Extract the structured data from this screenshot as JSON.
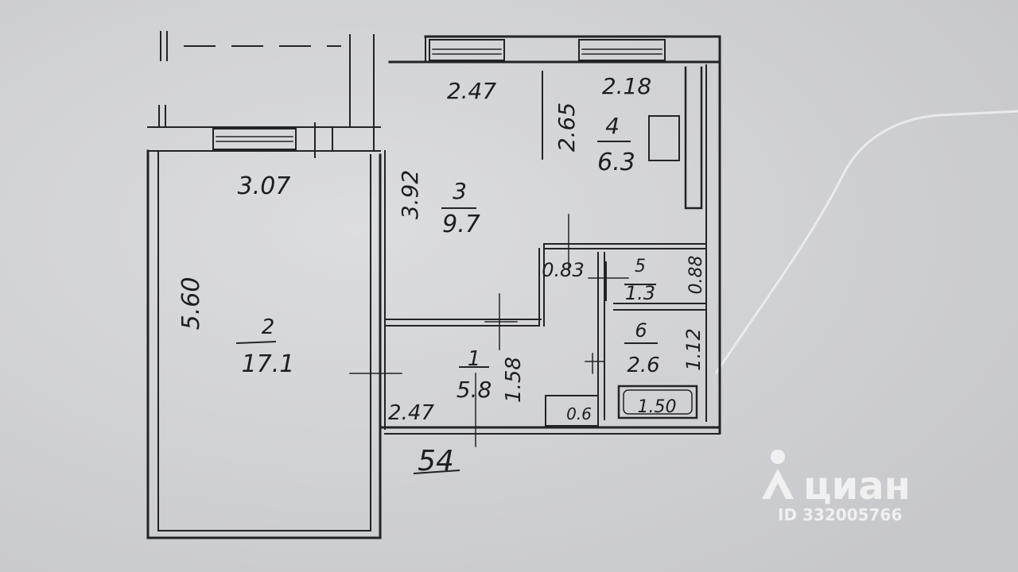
{
  "rooms": [
    {
      "number": "1",
      "area": "5.8"
    },
    {
      "number": "2",
      "area": "17.1"
    },
    {
      "number": "3",
      "area": "9.7"
    },
    {
      "number": "4",
      "area": "6.3"
    },
    {
      "number": "5",
      "area": "1.3"
    },
    {
      "number": "6",
      "area": "2.6"
    }
  ],
  "dimensions": {
    "top_left": "2.47",
    "top_right": "2.18",
    "room2_width": "3.07",
    "room2_length": "5.60",
    "room3_depth": "3.92",
    "room4_depth": "2.65",
    "hall_bottom": "2.47",
    "hall_depth": "1.58",
    "room5_width": "0.83",
    "room5_depth": "0.88",
    "room6_depth": "1.12",
    "bath": "1.50",
    "niche": "0.6"
  },
  "floor_code": "54",
  "watermark": {
    "brand": "циан",
    "listing_id": "ID 332005766"
  }
}
